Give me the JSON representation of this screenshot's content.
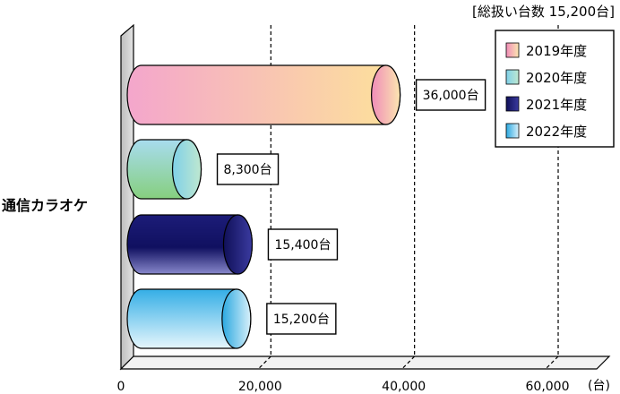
{
  "header": {
    "total_label": "[総扱い台数 15,200台]"
  },
  "chart_data": {
    "type": "bar",
    "orientation": "horizontal",
    "categories": [
      "通信カラオケ"
    ],
    "series": [
      {
        "name": "2019年度",
        "values": [
          36000
        ],
        "data_label": "36,000台",
        "color": "#f0a8c8"
      },
      {
        "name": "2020年度",
        "values": [
          8300
        ],
        "data_label": "8,300台",
        "color": "#8fd08f"
      },
      {
        "name": "2021年度",
        "values": [
          15400
        ],
        "data_label": "15,400台",
        "color": "#1a1a70"
      },
      {
        "name": "2022年度",
        "values": [
          15200
        ],
        "data_label": "15,200台",
        "color": "#4ab8e8"
      }
    ],
    "x_ticks": [
      "0",
      "20,000",
      "40,000",
      "60,000"
    ],
    "x_tick_values": [
      0,
      20000,
      40000,
      60000
    ],
    "xlim": [
      0,
      68000
    ],
    "unit": "(台)",
    "legend_position": "top-right",
    "grid": "vertical dashed"
  }
}
